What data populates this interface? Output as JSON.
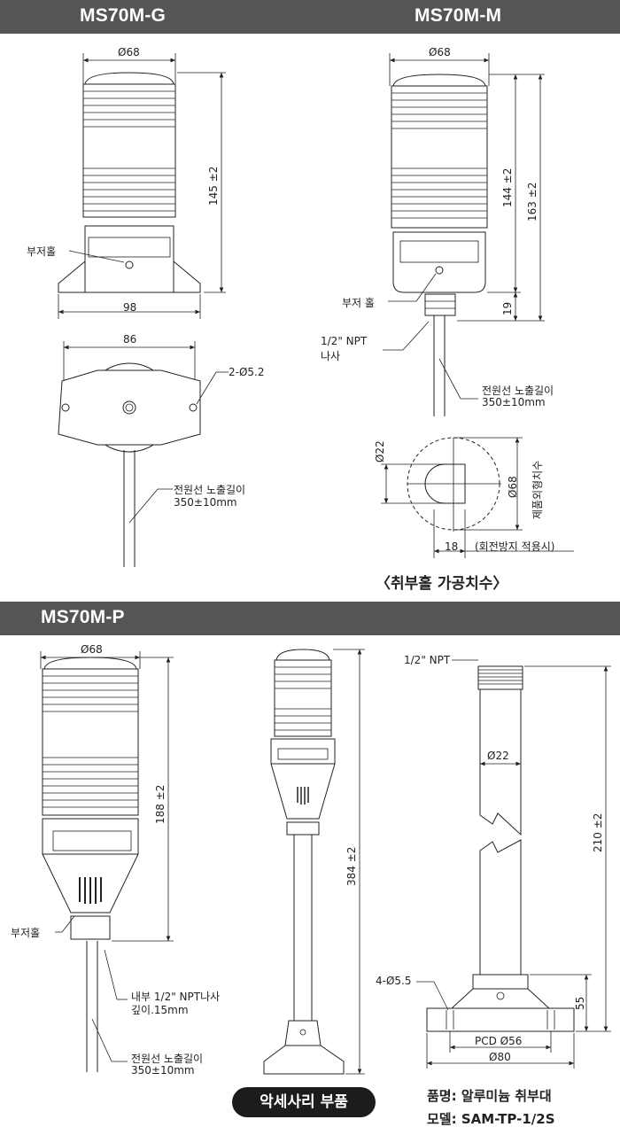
{
  "sections": {
    "g_title": "MS70M-G",
    "m_title": "MS70M-M",
    "p_title": "MS70M-P"
  },
  "g": {
    "dia": "Ø68",
    "height": "145 ±2",
    "width": "98",
    "buzzer": "부저홀",
    "mount_spacing": "86",
    "hole": "2-Ø5.2",
    "cable": "전원선 노출길이",
    "cable_len": "350±10mm"
  },
  "m": {
    "dia": "Ø68",
    "height1": "144 ±2",
    "height2": "163 ±2",
    "neck": "19",
    "buzzer": "부저 홀",
    "thread": "1/2\" NPT",
    "thread2": "나사",
    "cable": "전원선 노출길이",
    "cable_len": "350±10mm",
    "cut_dia": "Ø22",
    "outer_dia": "Ø68",
    "outer_note": "제품외형치수",
    "flat": "18",
    "flat_note": "(회전방지 적용시)",
    "caption": "〈취부홀 가공치수〉"
  },
  "p": {
    "dia": "Ø68",
    "height": "188 ±2",
    "buzzer": "부저홀",
    "inner_thread": "내부 1/2\" NPT나사",
    "depth": "깊이.15mm",
    "cable": "전원선 노출길이",
    "cable_len": "350±10mm",
    "total": "384 ±2",
    "pole_thread": "1/2\" NPT",
    "pole_dia": "Ø22",
    "pole_height": "210 ±2",
    "base_height": "55",
    "base_holes": "4-Ø5.5",
    "pcd": "PCD Ø56",
    "base_dia": "Ø80",
    "accessory": "악세사리 부품",
    "part_name": "품명: 알루미늄 취부대",
    "model": "모델: SAM-TP-1/2S"
  }
}
